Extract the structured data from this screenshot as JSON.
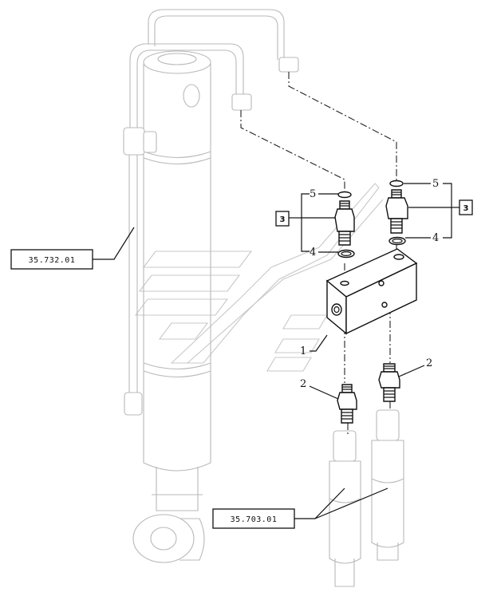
{
  "references": {
    "hydraulic_cylinder": "35.732.01",
    "lower_cylinders": "35.703.01"
  },
  "callouts": {
    "valve_block": "1",
    "fitting": "2",
    "kit": "3",
    "o_ring_lower": "4",
    "o_ring_upper": "5"
  }
}
